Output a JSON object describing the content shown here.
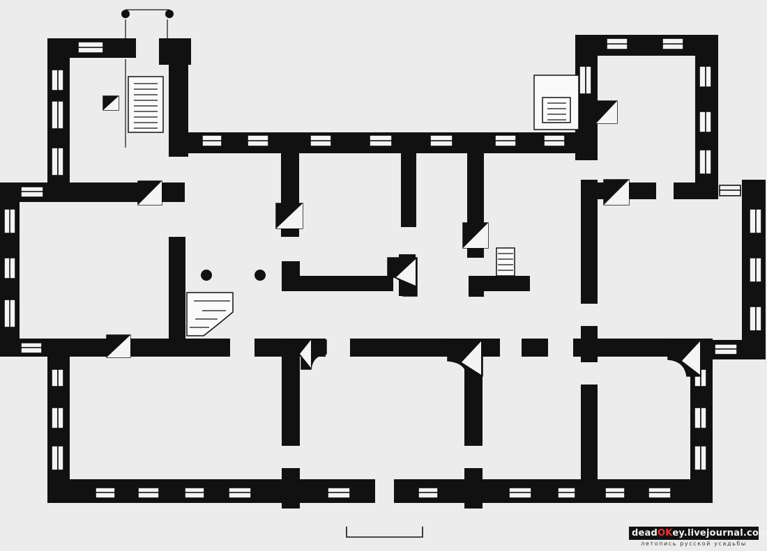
{
  "figure": {
    "kind": "architectural floor plan (manor house)",
    "colors": {
      "paper": "#ececec",
      "wall": "#111111",
      "window": "#f4f4f4"
    }
  },
  "watermark": {
    "prefix": "dead",
    "highlight": "OK",
    "suffix": "ey.livejournal.com",
    "tagline": "летопись русской усадьбы",
    "colors": {
      "background": "#111111",
      "text": "#f2f2f2",
      "highlight": "#e33333"
    }
  }
}
